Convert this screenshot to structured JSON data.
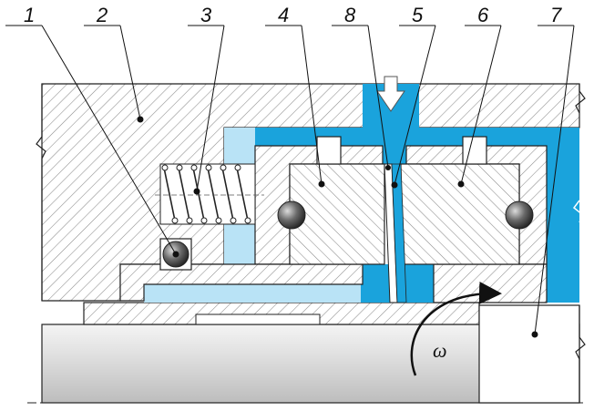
{
  "labels": [
    "1",
    "2",
    "3",
    "4",
    "8",
    "5",
    "6",
    "7"
  ],
  "omega": "ω",
  "colors": {
    "fluid": "#1aa3dc",
    "fluid_light": "#b9e3f6",
    "hatch": "#8c8c8c",
    "shaft": "#cfcfcf",
    "outline": "#222222"
  }
}
